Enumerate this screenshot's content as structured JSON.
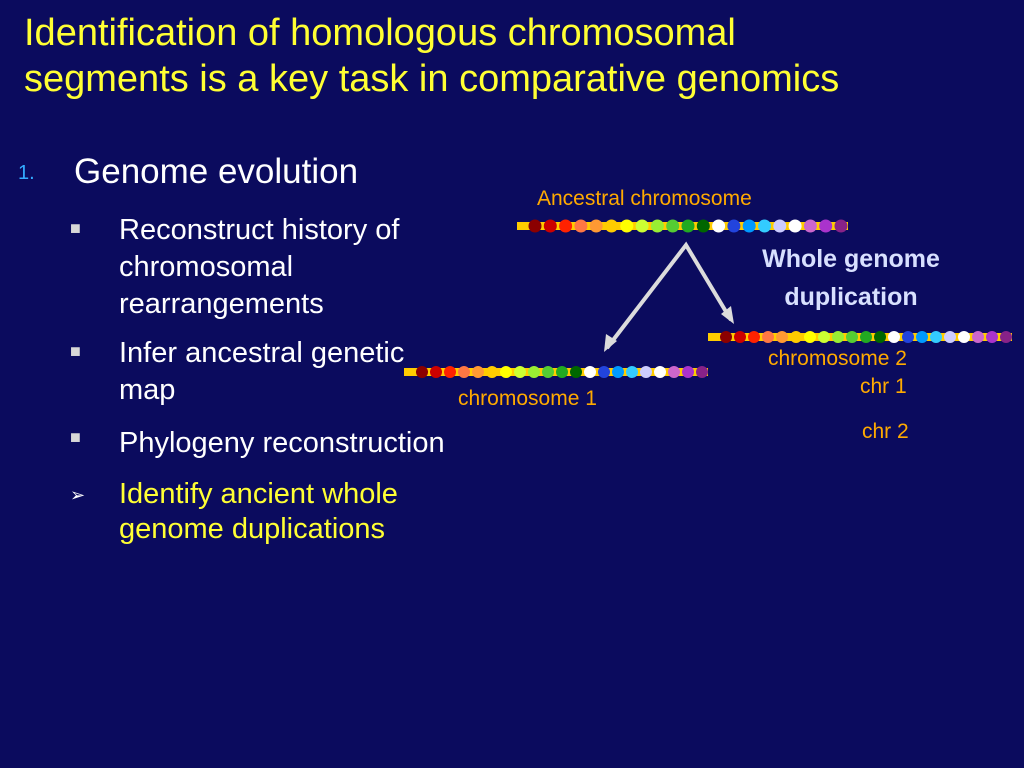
{
  "title": {
    "line1": "Identification of homologous chromosomal",
    "line2": "segments is a key task in comparative genomics"
  },
  "list": {
    "number": "1.",
    "heading": "Genome evolution",
    "bullets": [
      {
        "text": "Reconstruct history of chromosomal rearrangements",
        "style": "square"
      },
      {
        "text": "Infer ancestral genetic map",
        "style": "square"
      },
      {
        "text": "Phylogeny reconstruction",
        "style": "square"
      },
      {
        "text": "Identify ancient whole genome duplications",
        "style": "arrow",
        "highlight": true
      }
    ]
  },
  "diagram": {
    "ancestral_label": "Ancestral chromosome",
    "wgd_line1": "Whole genome",
    "wgd_line2": "duplication",
    "chromosome1_label": "chromosome 1",
    "chromosome2_label": "chromosome 2",
    "chr1_label": "chr 1",
    "chr2_label": "chr 2",
    "colors": {
      "bar": "#ffcc00",
      "arrow": "#dcdcdc",
      "label": "#ffaa00",
      "beads": [
        "#8b0000",
        "#cc0000",
        "#ff2200",
        "#ff7744",
        "#ff9933",
        "#ffcc00",
        "#ffff00",
        "#ccff33",
        "#99ee33",
        "#55cc33",
        "#22aa22",
        "#006600",
        "#ffffff",
        "#2244dd",
        "#0099ff",
        "#33ccff",
        "#ccccff",
        "#ffffff",
        "#cc66cc",
        "#aa33cc",
        "#882288"
      ]
    }
  }
}
